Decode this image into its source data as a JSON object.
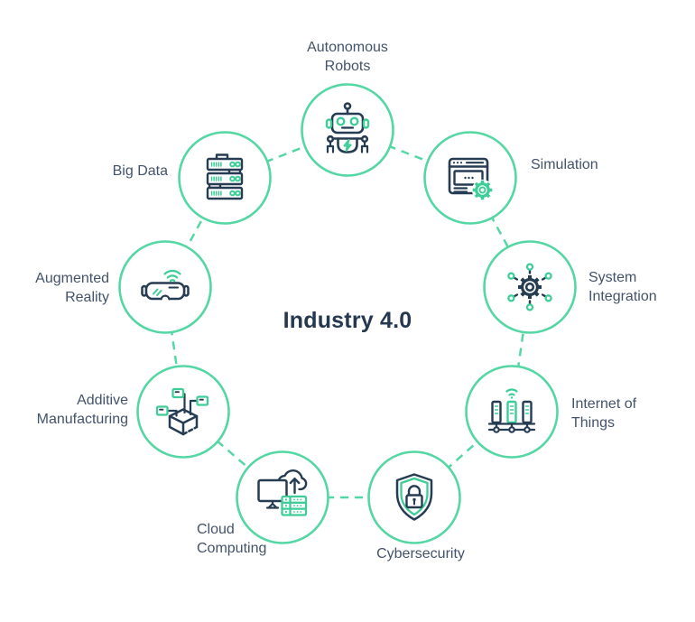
{
  "title": "Industry 4.0",
  "items": [
    {
      "label": "Autonomous\nRobots",
      "icon": "robot-icon"
    },
    {
      "label": "Simulation",
      "icon": "browser-gear-icon"
    },
    {
      "label": "System\nIntegration",
      "icon": "gear-network-icon"
    },
    {
      "label": "Internet of\nThings",
      "icon": "connected-servers-wifi-icon"
    },
    {
      "label": "Cybersecurity",
      "icon": "shield-lock-icon"
    },
    {
      "label": "Cloud\nComputing",
      "icon": "monitor-cloud-upload-icon"
    },
    {
      "label": "Additive\nManufacturing",
      "icon": "open-box-tags-icon"
    },
    {
      "label": "Augmented\nReality",
      "icon": "vr-headset-wifi-icon"
    },
    {
      "label": "Big Data",
      "icon": "server-stack-icon"
    }
  ],
  "colors": {
    "circle_ring_green": "#55d7a4",
    "icon_accent_green": "#3ecd97",
    "icon_navy": "#263c52",
    "label_text": "#43536a",
    "title_text": "#24384f",
    "background": "#ffffff"
  }
}
